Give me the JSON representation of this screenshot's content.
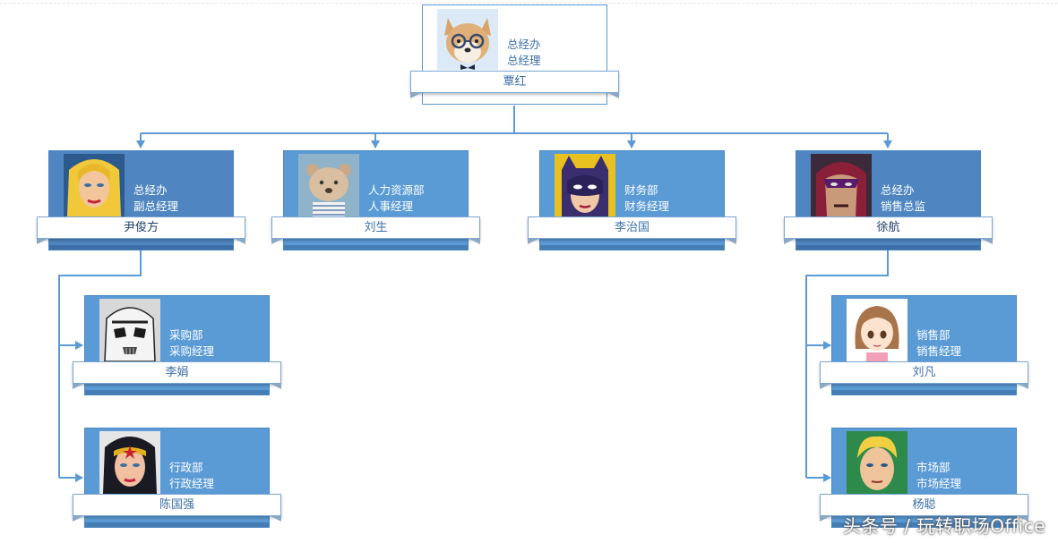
{
  "org_chart": {
    "root": {
      "dept": "总经办",
      "title": "总经理",
      "name": "覃红",
      "avatar": "shiba-dog-glasses-avatar"
    },
    "level1": [
      {
        "dept": "总经办",
        "title": "副总经理",
        "name": "尹俊方",
        "avatar": "blonde-woman-comic-avatar"
      },
      {
        "dept": "人力资源部",
        "title": "人事经理",
        "name": "刘生",
        "avatar": "bear-cartoon-avatar"
      },
      {
        "dept": "财务部",
        "title": "财务经理",
        "name": "李治国",
        "avatar": "masked-heroine-avatar"
      },
      {
        "dept": "总经办",
        "title": "销售总监",
        "name": "徐航",
        "avatar": "helmeted-villain-avatar"
      }
    ],
    "level2_left": [
      {
        "dept": "采购部",
        "title": "采购经理",
        "name": "李娟",
        "avatar": "stormtrooper-avatar"
      },
      {
        "dept": "行政部",
        "title": "行政经理",
        "name": "陈国强",
        "avatar": "wonder-woman-avatar"
      }
    ],
    "level2_right": [
      {
        "dept": "销售部",
        "title": "销售经理",
        "name": "刘凡",
        "avatar": "cartoon-girl-avatar"
      },
      {
        "dept": "市场部",
        "title": "市场经理",
        "name": "杨聪",
        "avatar": "blond-hero-avatar"
      }
    ]
  },
  "watermark": "头条号 / 玩转职场Office",
  "colors": {
    "card": "#5b9bd5",
    "card_dark": "#4f86c1",
    "connector": "#5b9bd5",
    "name_text": "#3d6fa8"
  }
}
